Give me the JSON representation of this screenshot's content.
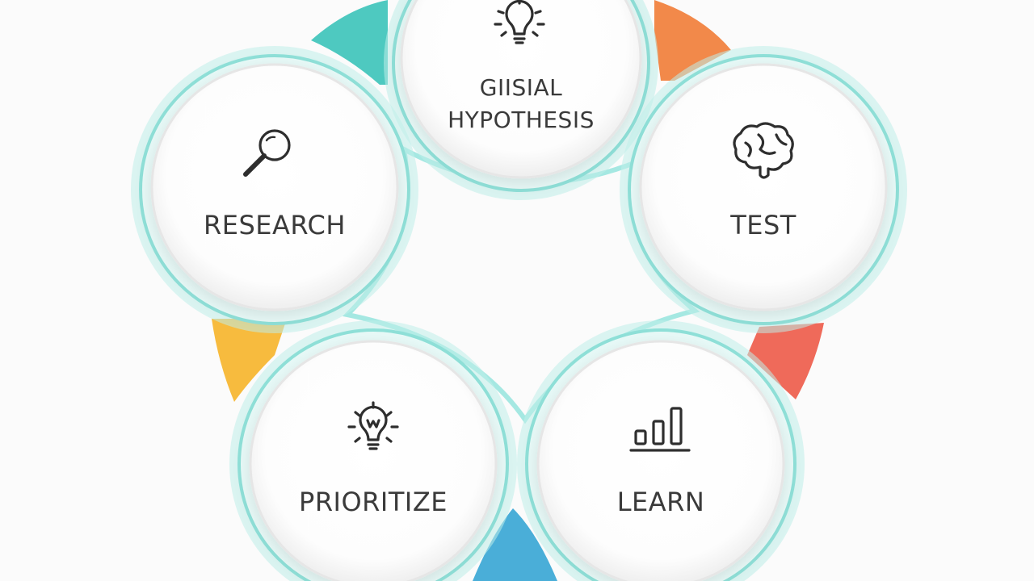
{
  "steps": {
    "hypothesis": {
      "line1": "GIISIAL",
      "line2": "HYPOTHESIS",
      "icon": "lightbulb-icon"
    },
    "test": {
      "label": "TEST",
      "icon": "brain-icon"
    },
    "learn": {
      "label": "LEARN",
      "icon": "bar-chart-icon"
    },
    "prioritize": {
      "label": "PRIORITIZE",
      "icon": "lightbulb-idea-icon"
    },
    "research": {
      "label": "RESEARCH",
      "icon": "magnifier-icon"
    }
  },
  "colors": {
    "ring": "#7fdcd4",
    "segment_teal": "#4ec9c0",
    "segment_orange": "#f2894a",
    "segment_red": "#ef6a5a",
    "segment_blue": "#4aaed8",
    "segment_yellow": "#f7bb3e"
  }
}
